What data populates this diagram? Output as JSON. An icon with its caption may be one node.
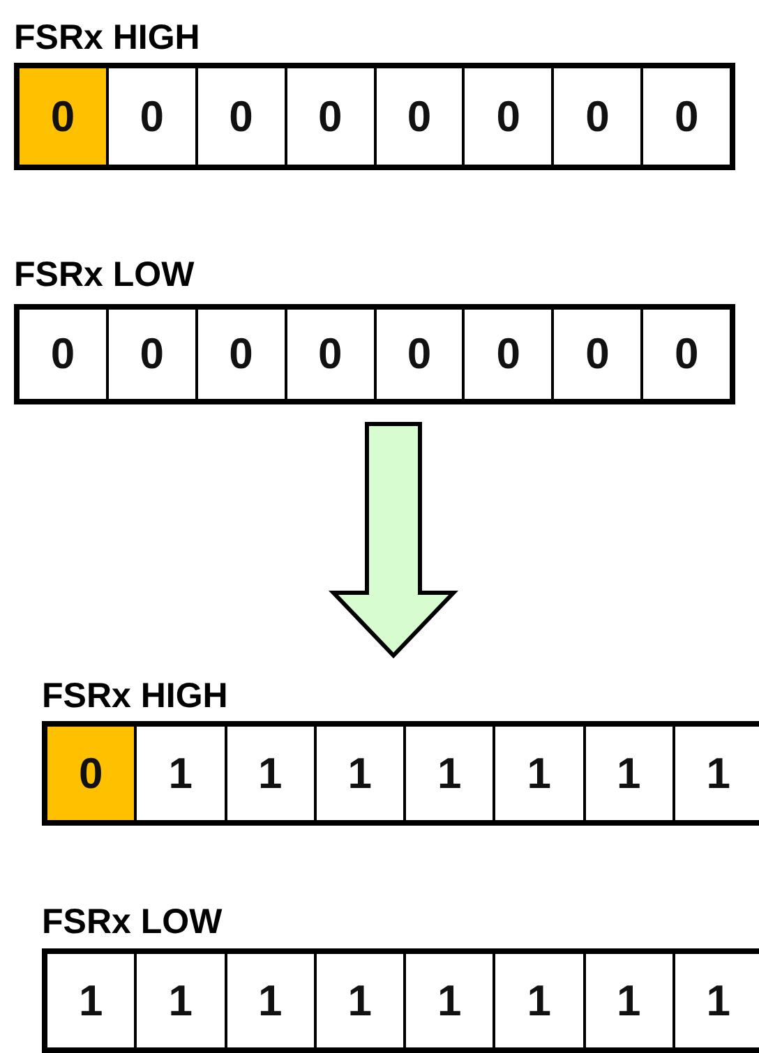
{
  "diagram": {
    "nodes": [
      {
        "text": [
          "FSRx HIGH"
        ]
      },
      {
        "text": [
          "0"
        ],
        "in": 0
      },
      {
        "text": [
          "0"
        ],
        "in": 0
      },
      {
        "text": [
          "0"
        ],
        "in": 0
      },
      {
        "text": [
          "0"
        ],
        "in": 0
      },
      {
        "text": [
          "0"
        ],
        "in": 0
      },
      {
        "text": [
          "0"
        ],
        "in": 0
      },
      {
        "text": [
          "0"
        ],
        "in": 0
      },
      {
        "text": [
          "0"
        ],
        "in": 0
      },
      {
        "text": [
          "FSRx LOW"
        ]
      },
      {
        "text": [
          "0"
        ],
        "in": 9
      },
      {
        "text": [
          "0"
        ],
        "in": 9
      },
      {
        "text": [
          "0"
        ],
        "in": 9
      },
      {
        "text": [
          "0"
        ],
        "in": 9
      },
      {
        "text": [
          "0"
        ],
        "in": 9
      },
      {
        "text": [
          "0"
        ],
        "in": 9
      },
      {
        "text": [
          "0"
        ],
        "in": 9
      },
      {
        "text": [
          "0"
        ],
        "in": 9
      },
      {
        "text": [
          "FSRx HIGH"
        ]
      },
      {
        "text": [
          "0"
        ],
        "in": 18
      },
      {
        "text": [
          "1"
        ],
        "in": 18
      },
      {
        "text": [
          "1"
        ],
        "in": 18
      },
      {
        "text": [
          "1"
        ],
        "in": 18
      },
      {
        "text": [
          "1"
        ],
        "in": 18
      },
      {
        "text": [
          "1"
        ],
        "in": 18
      },
      {
        "text": [
          "1"
        ],
        "in": 18
      },
      {
        "text": [
          "1"
        ],
        "in": 18
      },
      {
        "text": [
          "FSRx LOW"
        ]
      },
      {
        "text": [
          "1"
        ],
        "in": 27
      },
      {
        "text": [
          "1"
        ],
        "in": 27
      },
      {
        "text": [
          "1"
        ],
        "in": 27
      },
      {
        "text": [
          "1"
        ],
        "in": 27
      },
      {
        "text": [
          "1"
        ],
        "in": 27
      },
      {
        "text": [
          "1"
        ],
        "in": 27
      },
      {
        "text": [
          "1"
        ],
        "in": 27
      },
      {
        "text": [
          "1"
        ],
        "in": 27
      }
    ],
    "edges": [
      {
        "from": 9,
        "to": 18,
        "arrow": "to"
      }
    ]
  }
}
